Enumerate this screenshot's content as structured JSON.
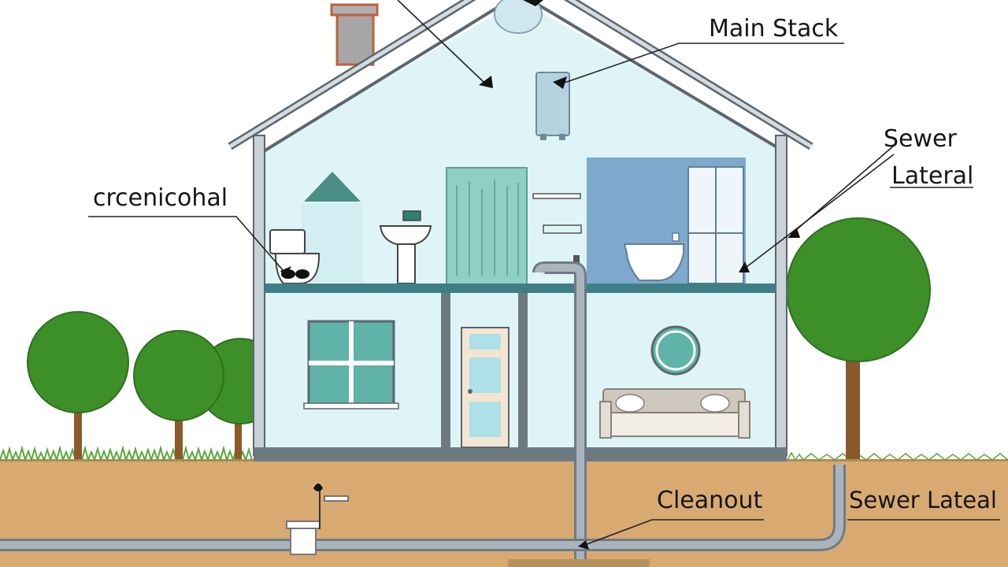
{
  "labels": {
    "main_stack": "Main Stack",
    "sewer_lateral_upper_line1": "Sewer",
    "sewer_lateral_upper_line2": "Lateral",
    "garbled_left": "crcenicohal",
    "cleanout": "Cleanout",
    "sewer_lateral_lower": "Sewer Lateal"
  },
  "colors": {
    "house_interior": "#dff4f6",
    "roof_outline": "#5d6670",
    "soil": "#d8aa72",
    "pipe": "#a9b4bd",
    "tree_foliage": "#3d8f28",
    "tree_trunk": "#8b5a2b",
    "grass": "#58a83a",
    "bathroom_wall": "#7fa9cc",
    "chimney": "#c0603a"
  }
}
